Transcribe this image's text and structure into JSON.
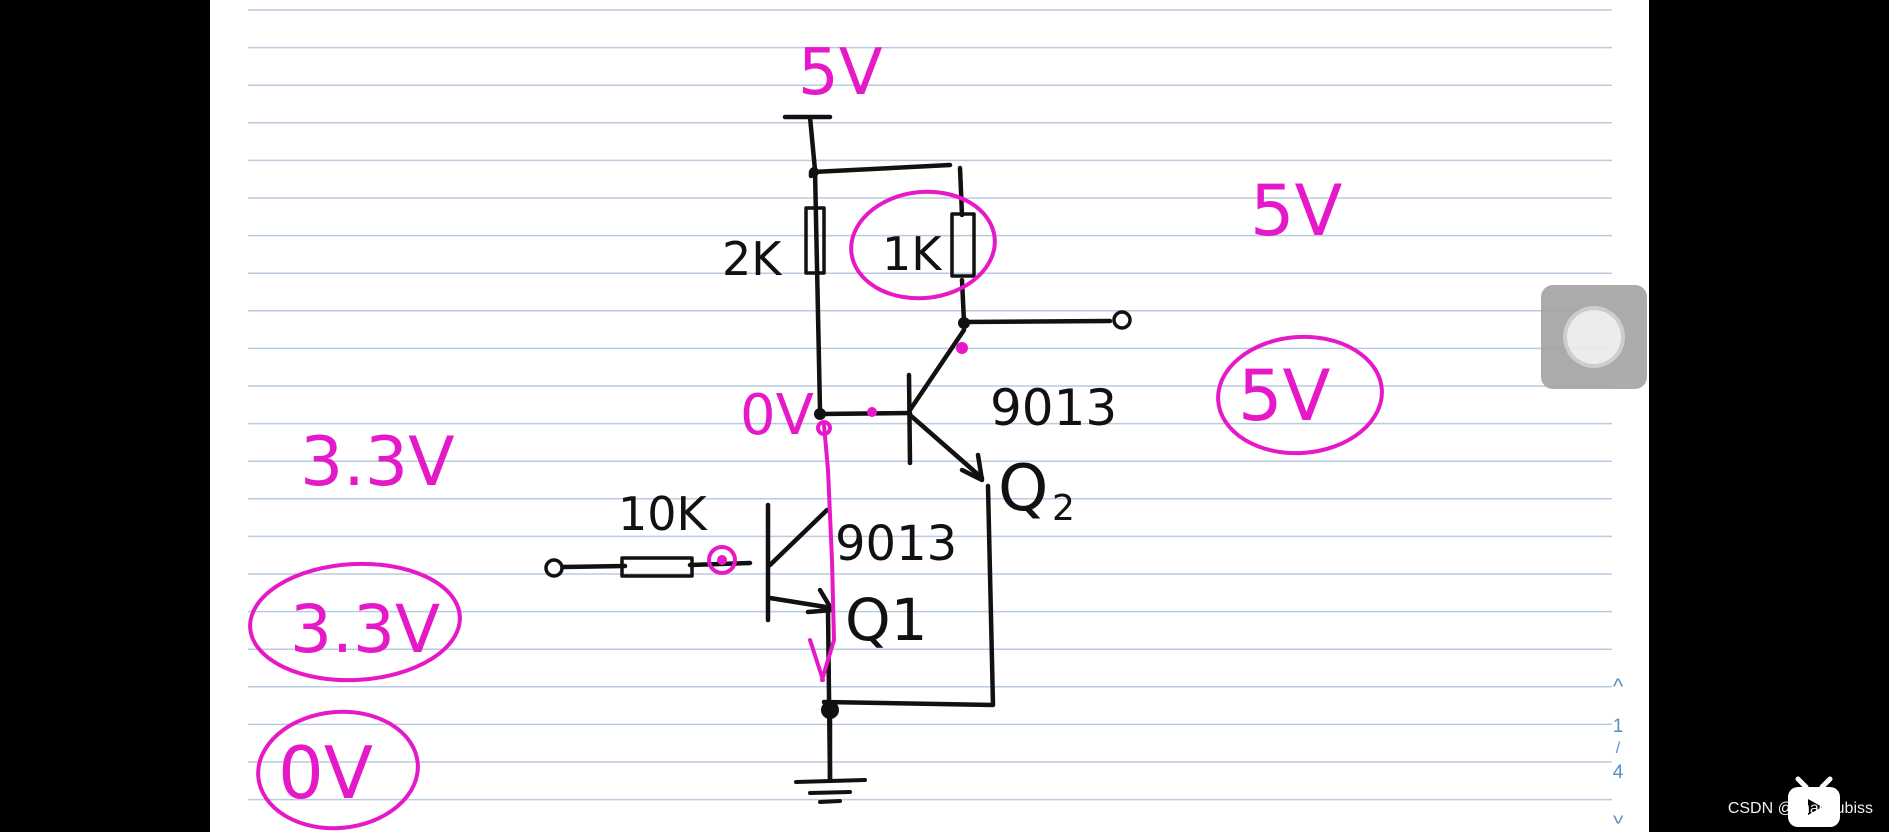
{
  "labels": {
    "supply": "5V",
    "r_base": "2K",
    "r_collector": "1K",
    "r_input": "10K",
    "q2_part": "9013",
    "q2_name": "Q",
    "q2_sub": "2",
    "q1_part": "9013",
    "q1_name": "Q1",
    "node_voltage": "0V",
    "right_top": "5V",
    "right_circled": "5V",
    "left_top": "3.3V",
    "left_circled": "3.3V",
    "left_bottom": "0V"
  },
  "pager": {
    "up_glyph": "^",
    "current": "1",
    "separator": "/",
    "total": "4",
    "down_glyph": "^"
  },
  "watermark": "CSDN @lihaoyubiss",
  "colors": {
    "ink": "#111111",
    "annotation": "#e619c8",
    "rule_line": "#b9cbe0",
    "background": "#000000",
    "page": "#ffffff"
  }
}
